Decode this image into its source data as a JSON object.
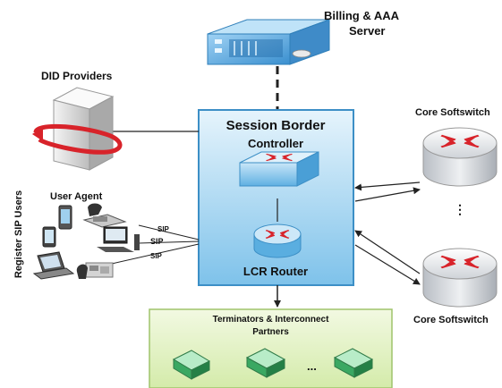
{
  "billing": {
    "title": "Billing & AAA",
    "subtitle": "Server"
  },
  "did": {
    "title": "DID Providers"
  },
  "sbc": {
    "title": "Session Border",
    "subtitle": "Controller",
    "router_label": "LCR Router"
  },
  "core": {
    "top": "Core Softswitch",
    "bottom": "Core Softswitch",
    "dots": "⋮"
  },
  "user_agent": {
    "title": "User Agent",
    "side_label": "Register SIP Users"
  },
  "sip": {
    "link1": "SIP",
    "link2": "SIP",
    "link3": "SIP"
  },
  "terminators": {
    "title": "Terminators & Interconnect",
    "subtitle": "Partners",
    "dots": "..."
  },
  "colors": {
    "sbc_fill_top": "#d9eefa",
    "sbc_fill_bottom": "#7fc3ea",
    "sbc_border": "#3c8fc6",
    "term_fill": "#e7f4c8",
    "term_border": "#9fc46b",
    "router_red": "#d8232a",
    "line": "#222222"
  }
}
